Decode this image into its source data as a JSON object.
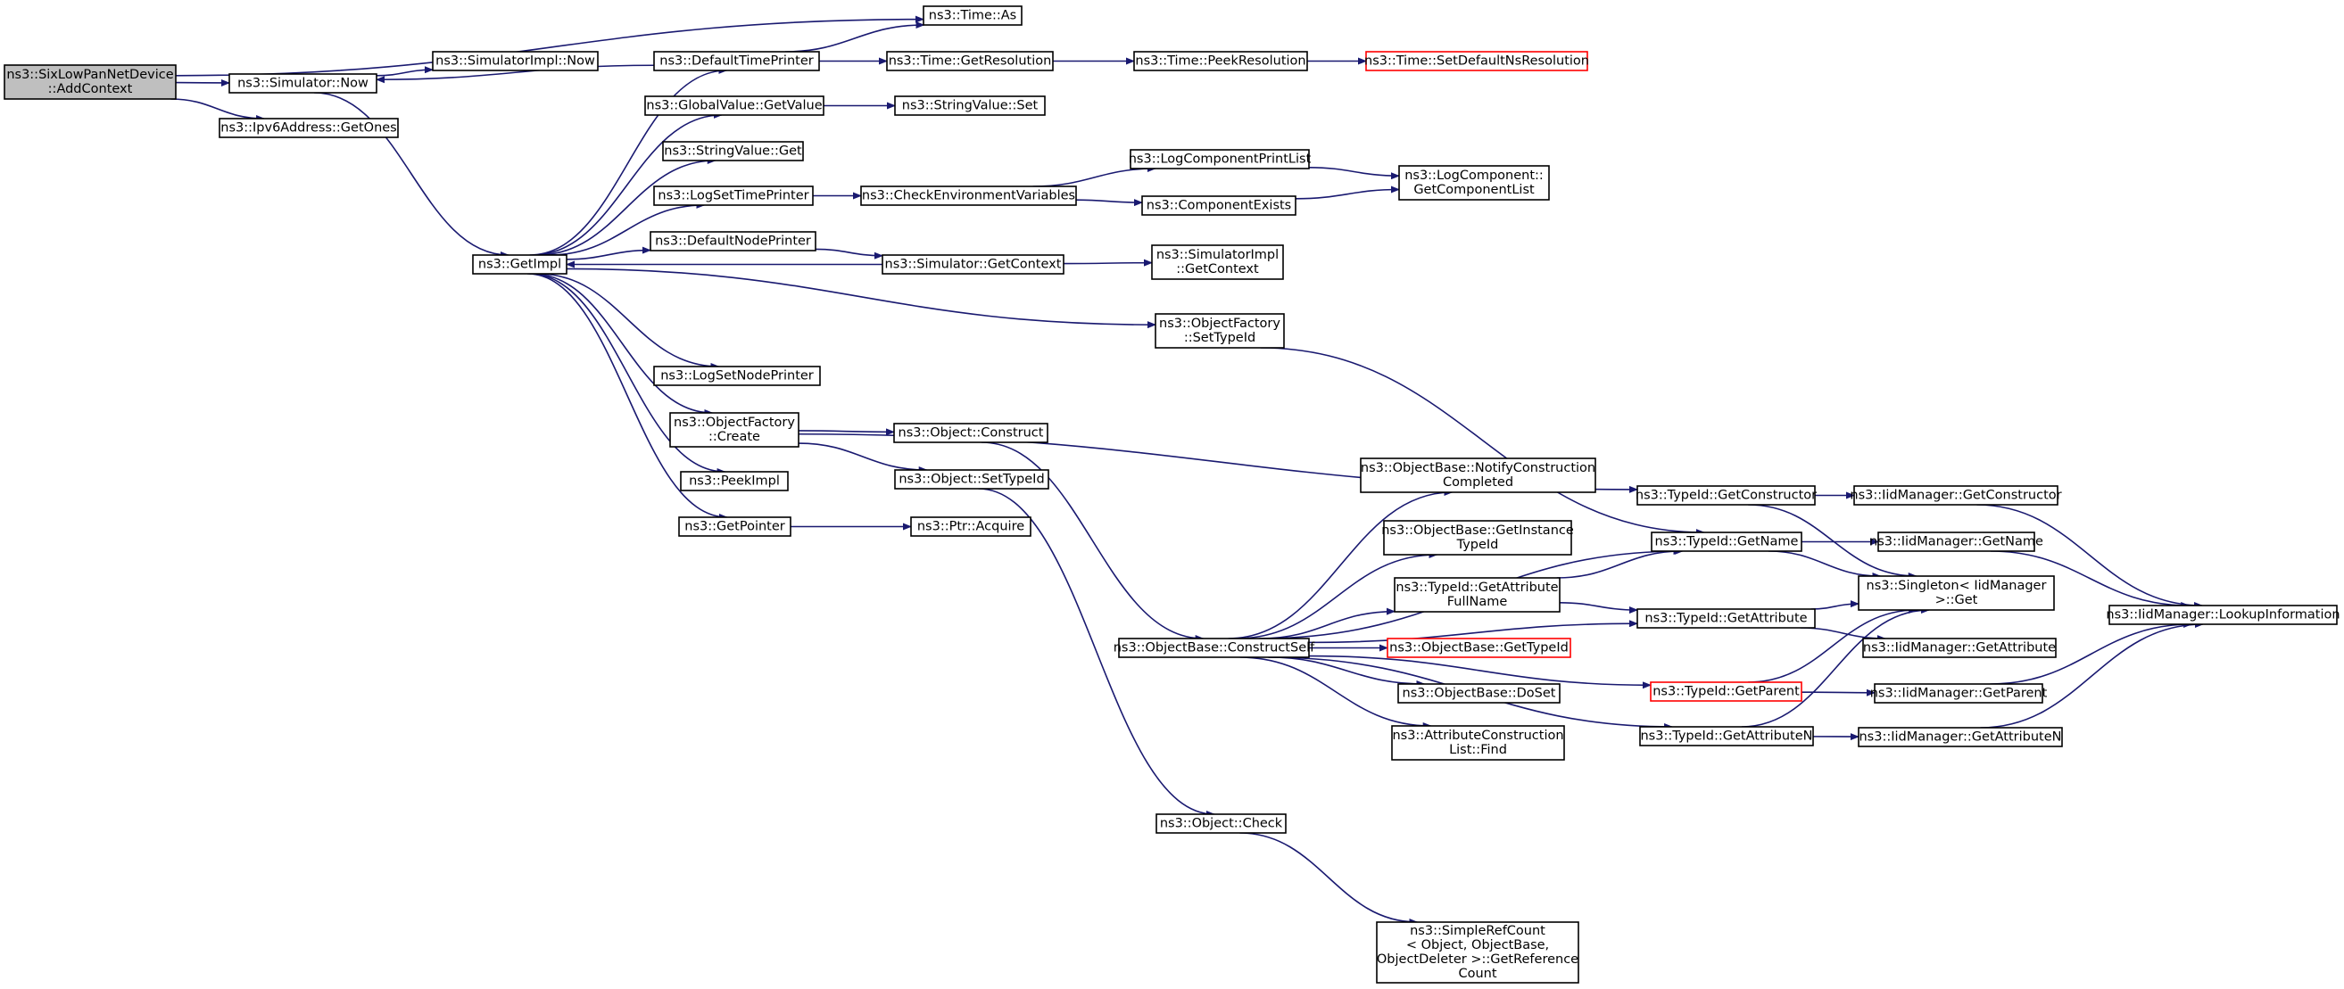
{
  "colors": {
    "edge": "#191970",
    "root_fill": "#bfbfbf",
    "node_border": "#000000",
    "undocumented_border": "#ff0000"
  },
  "nodes": [
    {
      "id": "root",
      "lines": [
        "ns3::SixLowPanNetDevice",
        "::AddContext"
      ],
      "style": "root"
    },
    {
      "id": "simnow",
      "lines": [
        "ns3::Simulator::Now"
      ]
    },
    {
      "id": "ipv6ones",
      "lines": [
        "ns3::Ipv6Address::GetOnes"
      ]
    },
    {
      "id": "simimplnow",
      "lines": [
        "ns3::SimulatorImpl::Now"
      ]
    },
    {
      "id": "getimpl",
      "lines": [
        "ns3::GetImpl"
      ]
    },
    {
      "id": "timeas",
      "lines": [
        "ns3::Time::As"
      ]
    },
    {
      "id": "deftimeprinter",
      "lines": [
        "ns3::DefaultTimePrinter"
      ]
    },
    {
      "id": "getres",
      "lines": [
        "ns3::Time::GetResolution"
      ]
    },
    {
      "id": "peekres",
      "lines": [
        "ns3::Time::PeekResolution"
      ]
    },
    {
      "id": "setdefns",
      "lines": [
        "ns3::Time::SetDefaultNsResolution"
      ],
      "style": "red"
    },
    {
      "id": "gvgetvalue",
      "lines": [
        "ns3::GlobalValue::GetValue"
      ]
    },
    {
      "id": "strvalset",
      "lines": [
        "ns3::StringValue::Set"
      ]
    },
    {
      "id": "strvalget",
      "lines": [
        "ns3::StringValue::Get"
      ]
    },
    {
      "id": "logsettime",
      "lines": [
        "ns3::LogSetTimePrinter"
      ]
    },
    {
      "id": "checkenv",
      "lines": [
        "ns3::CheckEnvironmentVariables"
      ]
    },
    {
      "id": "logcompprint",
      "lines": [
        "ns3::LogComponentPrintList"
      ]
    },
    {
      "id": "compexists",
      "lines": [
        "ns3::ComponentExists"
      ]
    },
    {
      "id": "logcompgetlist",
      "lines": [
        "ns3::LogComponent::",
        "GetComponentList"
      ]
    },
    {
      "id": "defnodeprinter",
      "lines": [
        "ns3::DefaultNodePrinter"
      ]
    },
    {
      "id": "simgetctx",
      "lines": [
        "ns3::Simulator::GetContext"
      ]
    },
    {
      "id": "simimplgetctx",
      "lines": [
        "ns3::SimulatorImpl",
        "::GetContext"
      ]
    },
    {
      "id": "ofsettypeid",
      "lines": [
        "ns3::ObjectFactory",
        "::SetTypeId"
      ]
    },
    {
      "id": "logsetnode",
      "lines": [
        "ns3::LogSetNodePrinter"
      ]
    },
    {
      "id": "ofcreate",
      "lines": [
        "ns3::ObjectFactory",
        "::Create"
      ]
    },
    {
      "id": "objconstruct",
      "lines": [
        "ns3::Object::Construct"
      ]
    },
    {
      "id": "objsettypeid",
      "lines": [
        "ns3::Object::SetTypeId"
      ]
    },
    {
      "id": "peekimpl",
      "lines": [
        "ns3::PeekImpl"
      ]
    },
    {
      "id": "getpointer",
      "lines": [
        "ns3::GetPointer"
      ]
    },
    {
      "id": "ptracquire",
      "lines": [
        "ns3::Ptr::Acquire"
      ]
    },
    {
      "id": "obnotify",
      "lines": [
        "ns3::ObjectBase::NotifyConstruction",
        "Completed"
      ]
    },
    {
      "id": "obgetinst",
      "lines": [
        "ns3::ObjectBase::GetInstance",
        "TypeId"
      ]
    },
    {
      "id": "tidgetattrfull",
      "lines": [
        "ns3::TypeId::GetAttribute",
        "FullName"
      ]
    },
    {
      "id": "obconstructself",
      "lines": [
        "ns3::ObjectBase::ConstructSelf"
      ]
    },
    {
      "id": "obgettypeid",
      "lines": [
        "ns3::ObjectBase::GetTypeId"
      ],
      "style": "red"
    },
    {
      "id": "obdoset",
      "lines": [
        "ns3::ObjectBase::DoSet"
      ]
    },
    {
      "id": "attrconsfind",
      "lines": [
        "ns3::AttributeConstruction",
        "List::Find"
      ]
    },
    {
      "id": "objcheck",
      "lines": [
        "ns3::Object::Check"
      ]
    },
    {
      "id": "srcgetref",
      "lines": [
        "ns3::SimpleRefCount",
        "< Object, ObjectBase,",
        "ObjectDeleter >::GetReference",
        "Count"
      ]
    },
    {
      "id": "tidgetconstructor",
      "lines": [
        "ns3::TypeId::GetConstructor"
      ]
    },
    {
      "id": "tidgetname",
      "lines": [
        "ns3::TypeId::GetName"
      ]
    },
    {
      "id": "tidgetattr",
      "lines": [
        "ns3::TypeId::GetAttribute"
      ]
    },
    {
      "id": "tidgetparent",
      "lines": [
        "ns3::TypeId::GetParent"
      ],
      "style": "red"
    },
    {
      "id": "tidgetattrn",
      "lines": [
        "ns3::TypeId::GetAttributeN"
      ]
    },
    {
      "id": "singletonget",
      "lines": [
        "ns3::Singleton< IidManager",
        ">::Get"
      ]
    },
    {
      "id": "iidgetconstructor",
      "lines": [
        "ns3::IidManager::GetConstructor"
      ]
    },
    {
      "id": "iidgetname",
      "lines": [
        "ns3::IidManager::GetName"
      ]
    },
    {
      "id": "iidgetattr",
      "lines": [
        "ns3::IidManager::GetAttribute"
      ]
    },
    {
      "id": "iidgetparent",
      "lines": [
        "ns3::IidManager::GetParent"
      ]
    },
    {
      "id": "iidgetattrn",
      "lines": [
        "ns3::IidManager::GetAttributeN"
      ]
    },
    {
      "id": "iidlookup",
      "lines": [
        "ns3::IidManager::LookupInformation"
      ]
    }
  ],
  "edges": [
    [
      "root",
      "timeas"
    ],
    [
      "root",
      "simnow"
    ],
    [
      "root",
      "ipv6ones"
    ],
    [
      "simnow",
      "simimplnow"
    ],
    [
      "simnow",
      "getimpl"
    ],
    [
      "deftimeprinter",
      "simnow"
    ],
    [
      "deftimeprinter",
      "timeas"
    ],
    [
      "deftimeprinter",
      "getres"
    ],
    [
      "getres",
      "peekres"
    ],
    [
      "peekres",
      "setdefns"
    ],
    [
      "gvgetvalue",
      "strvalset"
    ],
    [
      "getimpl",
      "deftimeprinter"
    ],
    [
      "getimpl",
      "gvgetvalue"
    ],
    [
      "getimpl",
      "strvalget"
    ],
    [
      "getimpl",
      "logsettime"
    ],
    [
      "getimpl",
      "defnodeprinter"
    ],
    [
      "getimpl",
      "ofsettypeid"
    ],
    [
      "getimpl",
      "logsetnode"
    ],
    [
      "getimpl",
      "ofcreate"
    ],
    [
      "getimpl",
      "peekimpl"
    ],
    [
      "getimpl",
      "getpointer"
    ],
    [
      "logsettime",
      "checkenv"
    ],
    [
      "checkenv",
      "logcompprint"
    ],
    [
      "checkenv",
      "compexists"
    ],
    [
      "logcompprint",
      "logcompgetlist"
    ],
    [
      "compexists",
      "logcompgetlist"
    ],
    [
      "defnodeprinter",
      "simgetctx"
    ],
    [
      "simgetctx",
      "getimpl"
    ],
    [
      "simgetctx",
      "simimplgetctx"
    ],
    [
      "ofsettypeid",
      "tidgetname"
    ],
    [
      "ofcreate",
      "tidgetconstructor"
    ],
    [
      "ofcreate",
      "objconstruct"
    ],
    [
      "ofcreate",
      "objsettypeid"
    ],
    [
      "getpointer",
      "ptracquire"
    ],
    [
      "objconstruct",
      "obconstructself"
    ],
    [
      "objsettypeid",
      "objcheck"
    ],
    [
      "obconstructself",
      "tidgetname"
    ],
    [
      "obconstructself",
      "obnotify"
    ],
    [
      "obconstructself",
      "obgetinst"
    ],
    [
      "obconstructself",
      "tidgetattrfull"
    ],
    [
      "obconstructself",
      "obgettypeid"
    ],
    [
      "obconstructself",
      "obdoset"
    ],
    [
      "obconstructself",
      "attrconsfind"
    ],
    [
      "obconstructself",
      "tidgetattr"
    ],
    [
      "obconstructself",
      "tidgetparent"
    ],
    [
      "obconstructself",
      "tidgetattrn"
    ],
    [
      "tidgetattrfull",
      "tidgetname"
    ],
    [
      "tidgetattrfull",
      "tidgetattr"
    ],
    [
      "objcheck",
      "srcgetref"
    ],
    [
      "tidgetconstructor",
      "iidgetconstructor"
    ],
    [
      "tidgetconstructor",
      "singletonget"
    ],
    [
      "tidgetname",
      "iidgetname"
    ],
    [
      "tidgetname",
      "singletonget"
    ],
    [
      "tidgetattr",
      "singletonget"
    ],
    [
      "tidgetattr",
      "iidgetattr"
    ],
    [
      "tidgetparent",
      "singletonget"
    ],
    [
      "tidgetparent",
      "iidgetparent"
    ],
    [
      "tidgetattrn",
      "singletonget"
    ],
    [
      "tidgetattrn",
      "iidgetattrn"
    ],
    [
      "iidgetconstructor",
      "iidlookup"
    ],
    [
      "iidgetname",
      "iidlookup"
    ],
    [
      "iidgetparent",
      "iidlookup"
    ],
    [
      "iidgetattrn",
      "iidlookup"
    ]
  ]
}
